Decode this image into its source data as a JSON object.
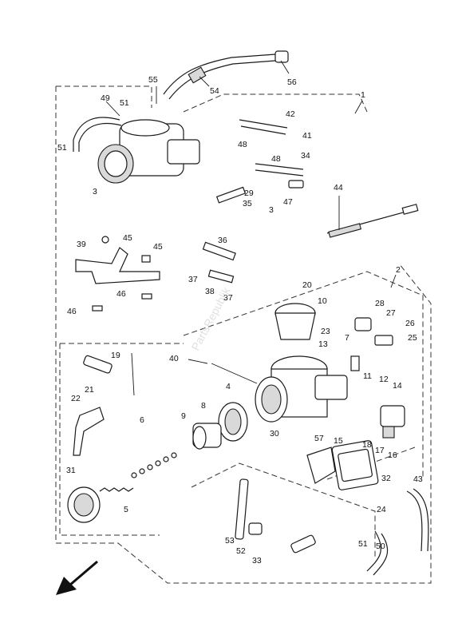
{
  "callouts": [
    "1",
    "2",
    "3",
    "3",
    "4",
    "5",
    "6",
    "7",
    "8",
    "9",
    "10",
    "11",
    "12",
    "13",
    "14",
    "15",
    "16",
    "17",
    "18",
    "19",
    "20",
    "21",
    "22",
    "23",
    "24",
    "25",
    "26",
    "27",
    "28",
    "29",
    "30",
    "31",
    "32",
    "33",
    "34",
    "35",
    "36",
    "37",
    "37",
    "38",
    "39",
    "40",
    "41",
    "42",
    "43",
    "44",
    "45",
    "45",
    "46",
    "46",
    "47",
    "48",
    "48",
    "49",
    "50",
    "51",
    "51",
    "51",
    "52",
    "53",
    "54",
    "55",
    "56",
    "57"
  ],
  "watermark": "PartsRepublik",
  "direction_arrow": "arrow-down-left-icon"
}
